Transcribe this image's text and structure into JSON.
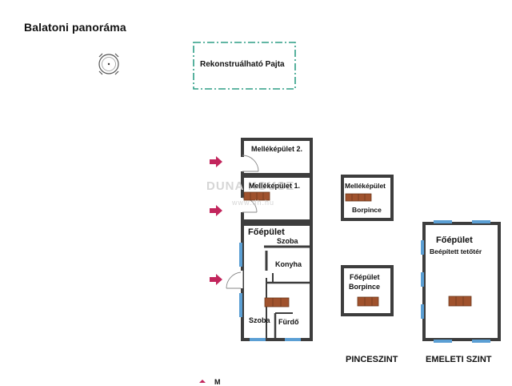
{
  "title": "Balatoni panoráma",
  "reconstructable_barn": "Rekonstruálható Pajta",
  "outbuilding_2": "Melléképület 2.",
  "outbuilding_1": "Melléképület 1.",
  "main_building": "Főépület",
  "rooms": {
    "room_top": "Szoba",
    "kitchen": "Konyha",
    "room_bottom": "Szoba",
    "bathroom": "Fürdő"
  },
  "cellar_outbuilding": {
    "line1": "Melléképület",
    "line2": "Borpince"
  },
  "cellar_main": {
    "line1": "Főépület",
    "line2": "Borpince"
  },
  "upper_main": {
    "line1": "Főépület",
    "line2": "Beépített tetőtér"
  },
  "cellar_level_label": "PINCESZINT",
  "upper_level_label": "EMELETI SZINT",
  "legend_fragment": "M",
  "watermark": "DUNA HOUSE",
  "watermark_url": "www.dh.hu",
  "colors": {
    "wall": "#3d3d3d",
    "window": "#5b9fd4",
    "entrance_arrow": "#c2255c",
    "stairs": "#a0522d",
    "barn_outline": "#2e9e86"
  },
  "icons": {
    "compass": "compass-icon",
    "entrance": "entrance-arrow-icon",
    "stairs": "staircase-icon"
  }
}
